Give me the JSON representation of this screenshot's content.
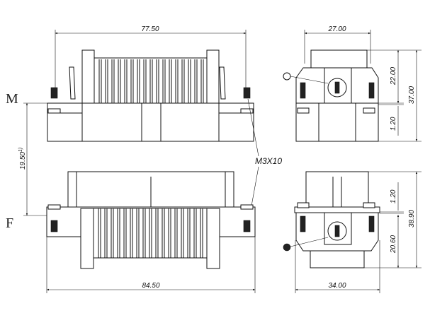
{
  "labels": {
    "mount_m": "M",
    "mount_f": "F",
    "screw": "M3X10"
  },
  "dimensions": {
    "top_front_width": "77.50",
    "top_side_width": "27.00",
    "top_side_height_upper": "22.00",
    "top_side_height_total": "37.00",
    "top_side_gap": "1.20",
    "mating_distance": "19.50",
    "mating_footnote": "1)",
    "bottom_front_width": "84.50",
    "bottom_side_width": "34.00",
    "bottom_side_gap": "1.20",
    "bottom_side_height_total": "38.90",
    "bottom_side_height_lower": "20.60"
  }
}
